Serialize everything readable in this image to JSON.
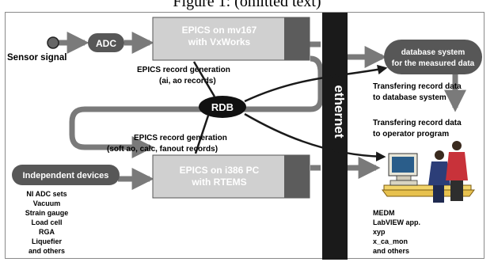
{
  "caption": "Figure 1: (omitted text)",
  "sensor": "Sensor signal",
  "adc": "ADC",
  "epics_mv167": [
    "EPICS on mv167",
    "with VxWorks"
  ],
  "record_gen_1": [
    "EPICS record generation",
    "(ai, ao records)"
  ],
  "rdb": "RDB",
  "ethernet": "ethernet",
  "database": [
    "database system",
    "for the measured data"
  ],
  "transfer_db": [
    "Transfering record data",
    "to database system"
  ],
  "transfer_op": [
    "Transfering record data",
    "to operator program"
  ],
  "record_gen_2": [
    "EPICS record generation",
    "(soft ao, calc, fanout records)"
  ],
  "independent": "Independent devices",
  "devices": [
    "NI ADC sets",
    "Vacuum",
    "Strain gauge",
    "Load cell",
    "RGA",
    "Liquefier",
    "and others"
  ],
  "epics_i386": [
    "EPICS on i386 PC",
    "with RTEMS"
  ],
  "programs": [
    "MEDM",
    "LabVIEW app.",
    "xyp",
    "x_ca_mon",
    "and others"
  ],
  "colors": {
    "box_fill": "#d0d0d0",
    "box_side": "#5c5c5c",
    "dark": "#1a1a1a",
    "pill": "#575757",
    "arrow": "#7a7a7a"
  }
}
